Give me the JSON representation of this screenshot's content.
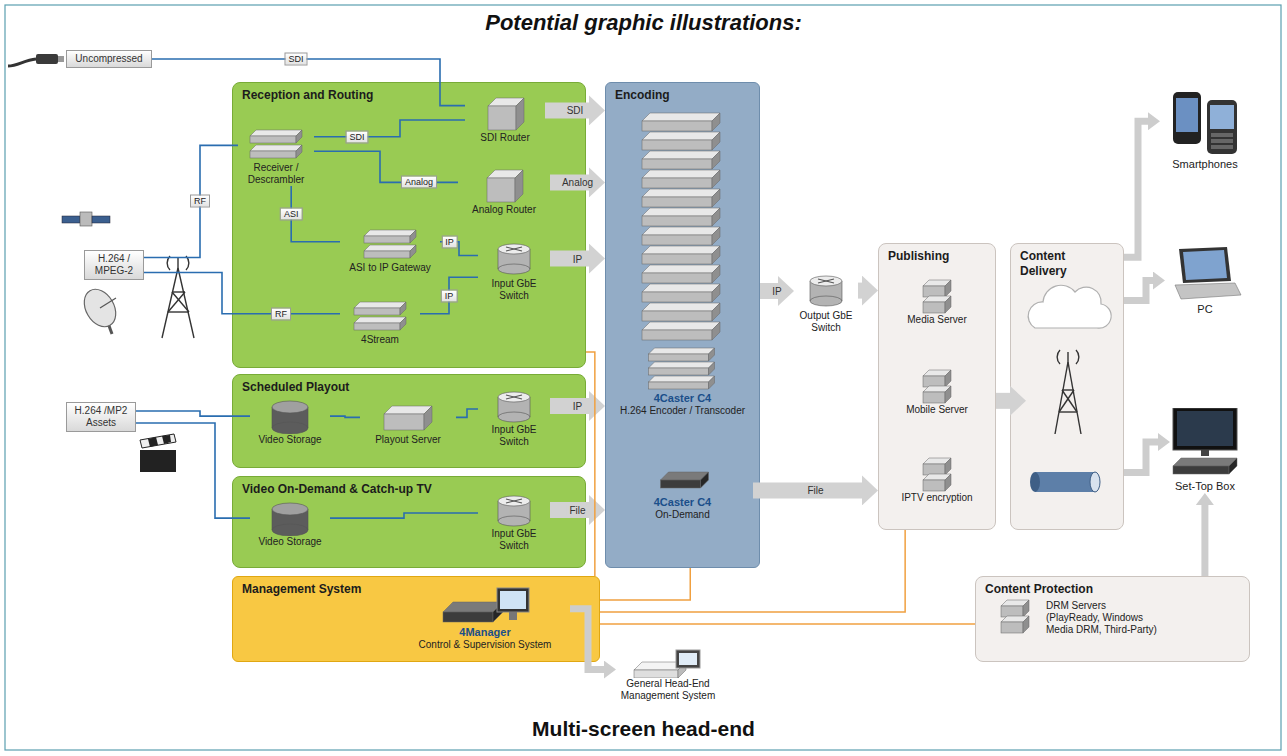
{
  "diagram": {
    "title": "Potential graphic illustrations:",
    "caption": "Multi-screen head-end",
    "nodes": [
      {
        "text": [
          "Reception and Routing"
        ]
      },
      {
        "text": [
          "Uncompressed"
        ]
      },
      {
        "text": [
          "H.264 / MPEG-2"
        ]
      },
      {
        "text": [
          "Receiver / Descrambler"
        ],
        "in": 0
      },
      {
        "text": [
          "SDI Router"
        ],
        "in": 0
      },
      {
        "text": [
          "Analog Router"
        ],
        "in": 0
      },
      {
        "text": [
          "ASI to IP Gateway"
        ],
        "in": 0
      },
      {
        "text": [
          "Input GbE Switch"
        ],
        "in": 0
      },
      {
        "text": [
          "4Stream"
        ],
        "in": 0
      },
      {
        "text": [
          "Scheduled Playout"
        ]
      },
      {
        "text": [
          "Video Storage"
        ],
        "in": 9
      },
      {
        "text": [
          "Playout Server"
        ],
        "in": 9
      },
      {
        "text": [
          "Input GbE Switch"
        ],
        "in": 9
      },
      {
        "text": [
          "H.264 /MP2 Assets"
        ]
      },
      {
        "text": [
          "Video On-Demand & Catch-up TV"
        ]
      },
      {
        "text": [
          "Video Storage"
        ],
        "in": 14
      },
      {
        "text": [
          "Input GbE Switch"
        ],
        "in": 14
      },
      {
        "text": [
          "Encoding"
        ]
      },
      {
        "text": [
          "4Caster C4",
          "H.264 Encoder / Transcoder"
        ],
        "in": 17
      },
      {
        "text": [
          "4Caster C4",
          "On-Demand"
        ],
        "in": 17
      },
      {
        "text": [
          "Output GbE Switch"
        ]
      },
      {
        "text": [
          "Publishing"
        ]
      },
      {
        "text": [
          "Media Server"
        ],
        "in": 21
      },
      {
        "text": [
          "Mobile Server"
        ],
        "in": 21
      },
      {
        "text": [
          "IPTV encryption"
        ],
        "in": 21
      },
      {
        "text": [
          "Content Delivery"
        ]
      },
      {
        "text": [
          "Smartphones"
        ]
      },
      {
        "text": [
          "PC"
        ]
      },
      {
        "text": [
          "Set-Top Box"
        ]
      },
      {
        "text": [
          "Management System"
        ]
      },
      {
        "text": [
          "4Manager",
          "Control & Supervision System"
        ],
        "in": 29
      },
      {
        "text": [
          "General Head-End Management System"
        ]
      },
      {
        "text": [
          "Content Protection"
        ]
      },
      {
        "text": [
          "DRM Servers (PlayReady, Windows Media DRM, Third-Party)"
        ],
        "in": 32
      }
    ],
    "edges": [
      {
        "from": 1,
        "to": 4,
        "label": "SDI",
        "arrow": "none"
      },
      {
        "from": 2,
        "to": 3,
        "label": "RF",
        "arrow": "none"
      },
      {
        "from": 2,
        "to": 8,
        "label": "RF",
        "arrow": "none"
      },
      {
        "from": 3,
        "to": 4,
        "label": "SDI",
        "arrow": "none"
      },
      {
        "from": 3,
        "to": 5,
        "label": "Analog",
        "arrow": "none"
      },
      {
        "from": 3,
        "to": 6,
        "label": "ASI",
        "arrow": "none"
      },
      {
        "from": 6,
        "to": 7,
        "label": "IP",
        "arrow": "none"
      },
      {
        "from": 8,
        "to": 7,
        "label": "IP",
        "arrow": "none"
      },
      {
        "from": 4,
        "to": 17,
        "label": "SDI",
        "arrow": "to"
      },
      {
        "from": 5,
        "to": 17,
        "label": "Analog",
        "arrow": "to"
      },
      {
        "from": 7,
        "to": 17,
        "label": "IP",
        "arrow": "to"
      },
      {
        "from": 13,
        "to": 10,
        "arrow": "none"
      },
      {
        "from": 10,
        "to": 11,
        "arrow": "none"
      },
      {
        "from": 11,
        "to": 12,
        "arrow": "none"
      },
      {
        "from": 12,
        "to": 17,
        "label": "IP",
        "arrow": "to"
      },
      {
        "from": 13,
        "to": 15,
        "arrow": "none"
      },
      {
        "from": 15,
        "to": 16,
        "arrow": "none"
      },
      {
        "from": 16,
        "to": 17,
        "label": "File",
        "arrow": "to"
      },
      {
        "from": 17,
        "to": 20,
        "label": "IP",
        "arrow": "to"
      },
      {
        "from": 20,
        "to": 21,
        "arrow": "to"
      },
      {
        "from": 19,
        "to": 21,
        "label": "File",
        "arrow": "to"
      },
      {
        "from": 21,
        "to": 25,
        "arrow": "to"
      },
      {
        "from": 25,
        "to": 26,
        "arrow": "to"
      },
      {
        "from": 25,
        "to": 27,
        "arrow": "to"
      },
      {
        "from": 25,
        "to": 28,
        "arrow": "to"
      },
      {
        "from": 32,
        "to": 28,
        "arrow": "to"
      },
      {
        "from": 30,
        "to": 31,
        "arrow": "to"
      },
      {
        "from": 29,
        "to": 0,
        "arrow": "none"
      },
      {
        "from": 29,
        "to": 17,
        "arrow": "none"
      },
      {
        "from": 29,
        "to": 21,
        "arrow": "none"
      },
      {
        "from": 29,
        "to": 32,
        "arrow": "none"
      }
    ]
  }
}
